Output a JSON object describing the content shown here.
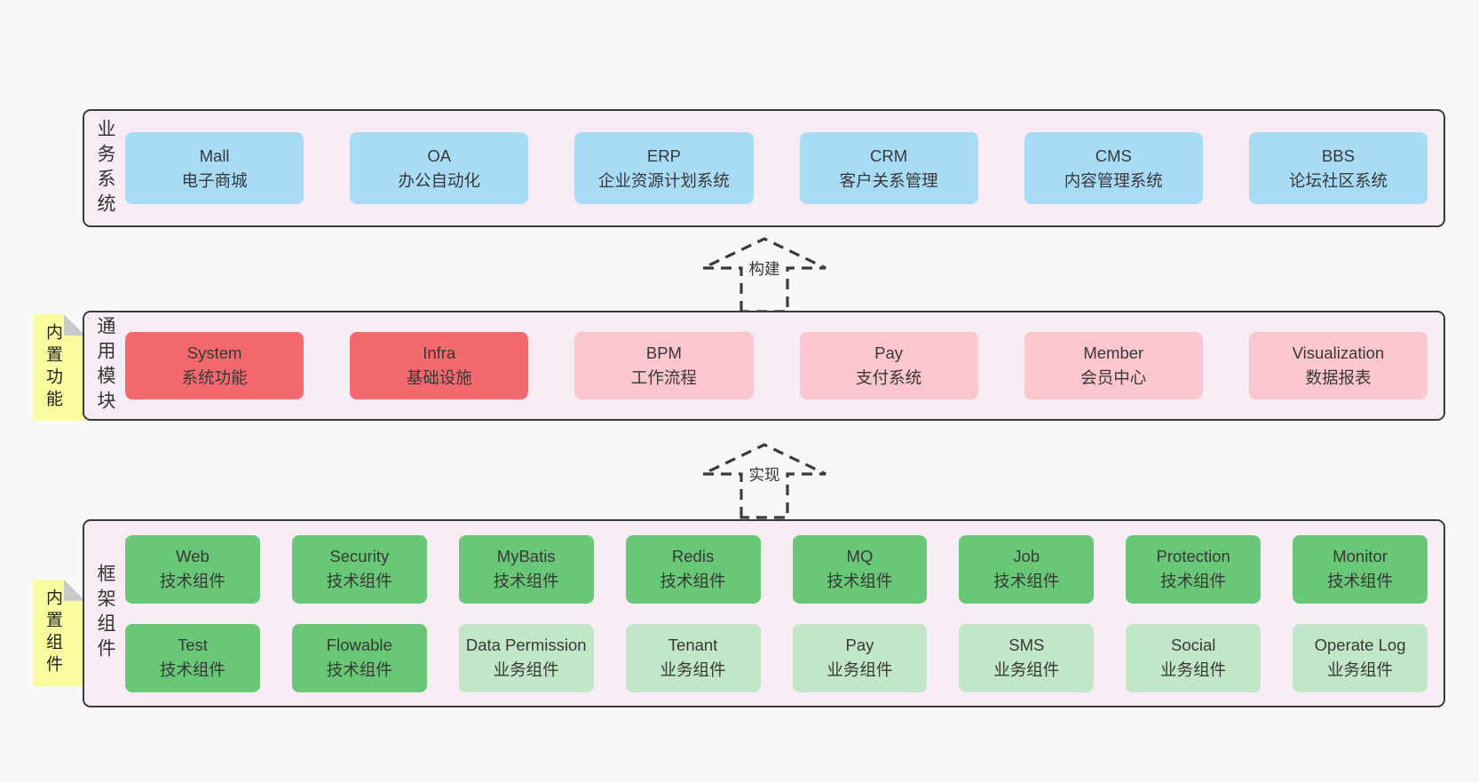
{
  "colors": {
    "bg": "#f8f8f8",
    "panel": "#f7ecf4",
    "panel_border": "#3a3a3a",
    "blue": "#a8dcf6",
    "red": "#f3696e",
    "pink": "#fbc6ce",
    "green_dark": "#69c877",
    "green_light": "#c2e7c8",
    "note": "#fbfba0",
    "note_fold": "#c9c9c9"
  },
  "layers": [
    {
      "id": "business-systems",
      "label": "业务系统",
      "note": null,
      "rows": [
        [
          {
            "en": "Mall",
            "cn": "电子商城",
            "variant": "blue"
          },
          {
            "en": "OA",
            "cn": "办公自动化",
            "variant": "blue"
          },
          {
            "en": "ERP",
            "cn": "企业资源计划系统",
            "variant": "blue"
          },
          {
            "en": "CRM",
            "cn": "客户关系管理",
            "variant": "blue"
          },
          {
            "en": "CMS",
            "cn": "内容管理系统",
            "variant": "blue"
          },
          {
            "en": "BBS",
            "cn": "论坛社区系统",
            "variant": "blue"
          }
        ]
      ]
    },
    {
      "id": "common-modules",
      "label": "通用模块",
      "note": "内置功能",
      "rows": [
        [
          {
            "en": "System",
            "cn": "系统功能",
            "variant": "red"
          },
          {
            "en": "Infra",
            "cn": "基础设施",
            "variant": "red"
          },
          {
            "en": "BPM",
            "cn": "工作流程",
            "variant": "pink"
          },
          {
            "en": "Pay",
            "cn": "支付系统",
            "variant": "pink"
          },
          {
            "en": "Member",
            "cn": "会员中心",
            "variant": "pink"
          },
          {
            "en": "Visualization",
            "cn": "数据报表",
            "variant": "pink"
          }
        ]
      ]
    },
    {
      "id": "framework-components",
      "label": "框架组件",
      "note": "内置组件",
      "rows": [
        [
          {
            "en": "Web",
            "cn": "技术组件",
            "variant": "green-dark"
          },
          {
            "en": "Security",
            "cn": "技术组件",
            "variant": "green-dark"
          },
          {
            "en": "MyBatis",
            "cn": "技术组件",
            "variant": "green-dark"
          },
          {
            "en": "Redis",
            "cn": "技术组件",
            "variant": "green-dark"
          },
          {
            "en": "MQ",
            "cn": "技术组件",
            "variant": "green-dark"
          },
          {
            "en": "Job",
            "cn": "技术组件",
            "variant": "green-dark"
          },
          {
            "en": "Protection",
            "cn": "技术组件",
            "variant": "green-dark"
          },
          {
            "en": "Monitor",
            "cn": "技术组件",
            "variant": "green-dark"
          }
        ],
        [
          {
            "en": "Test",
            "cn": "技术组件",
            "variant": "green-dark"
          },
          {
            "en": "Flowable",
            "cn": "技术组件",
            "variant": "green-dark"
          },
          {
            "en": "Data Permission",
            "cn": "业务组件",
            "variant": "green-light"
          },
          {
            "en": "Tenant",
            "cn": "业务组件",
            "variant": "green-light"
          },
          {
            "en": "Pay",
            "cn": "业务组件",
            "variant": "green-light"
          },
          {
            "en": "SMS",
            "cn": "业务组件",
            "variant": "green-light"
          },
          {
            "en": "Social",
            "cn": "业务组件",
            "variant": "green-light"
          },
          {
            "en": "Operate Log",
            "cn": "业务组件",
            "variant": "green-light"
          }
        ]
      ]
    }
  ],
  "arrows": [
    {
      "label": "构建"
    },
    {
      "label": "实现"
    }
  ]
}
